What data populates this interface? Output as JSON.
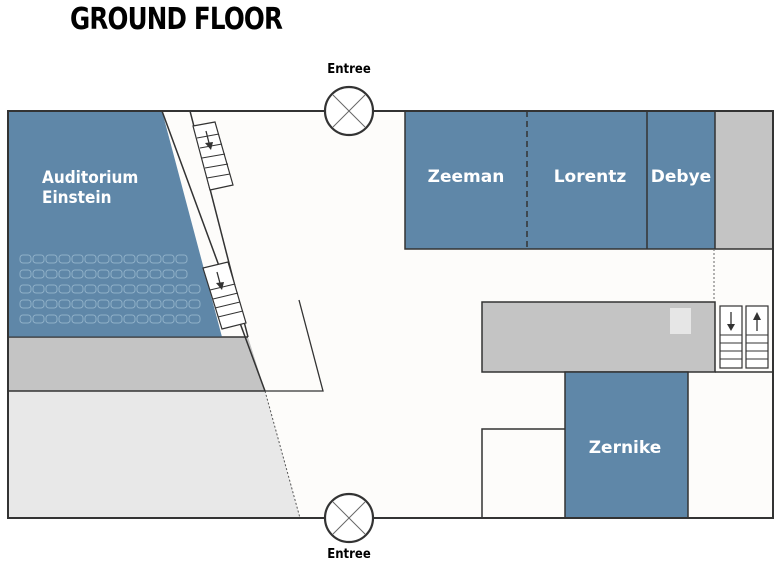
{
  "title": "GROUND FLOOR",
  "entrances": {
    "top": "Entree",
    "bottom": "Entree"
  },
  "rooms": {
    "auditorium_line1": "Auditorium",
    "auditorium_line2": "Einstein",
    "zeeman": "Zeeman",
    "lorentz": "Lorentz",
    "debye": "Debye",
    "zernike": "Zernike"
  },
  "colors": {
    "room_blue": "#5f87a8",
    "service_gray": "#c4c4c4",
    "light_gray": "#e8e8e8",
    "floor": "#fdfcfa",
    "wall": "#333333",
    "seat_outline": "#8fb0c8"
  },
  "icons": [
    "stair-down-icon",
    "stair-up-icon",
    "entrance-door-icon"
  ]
}
